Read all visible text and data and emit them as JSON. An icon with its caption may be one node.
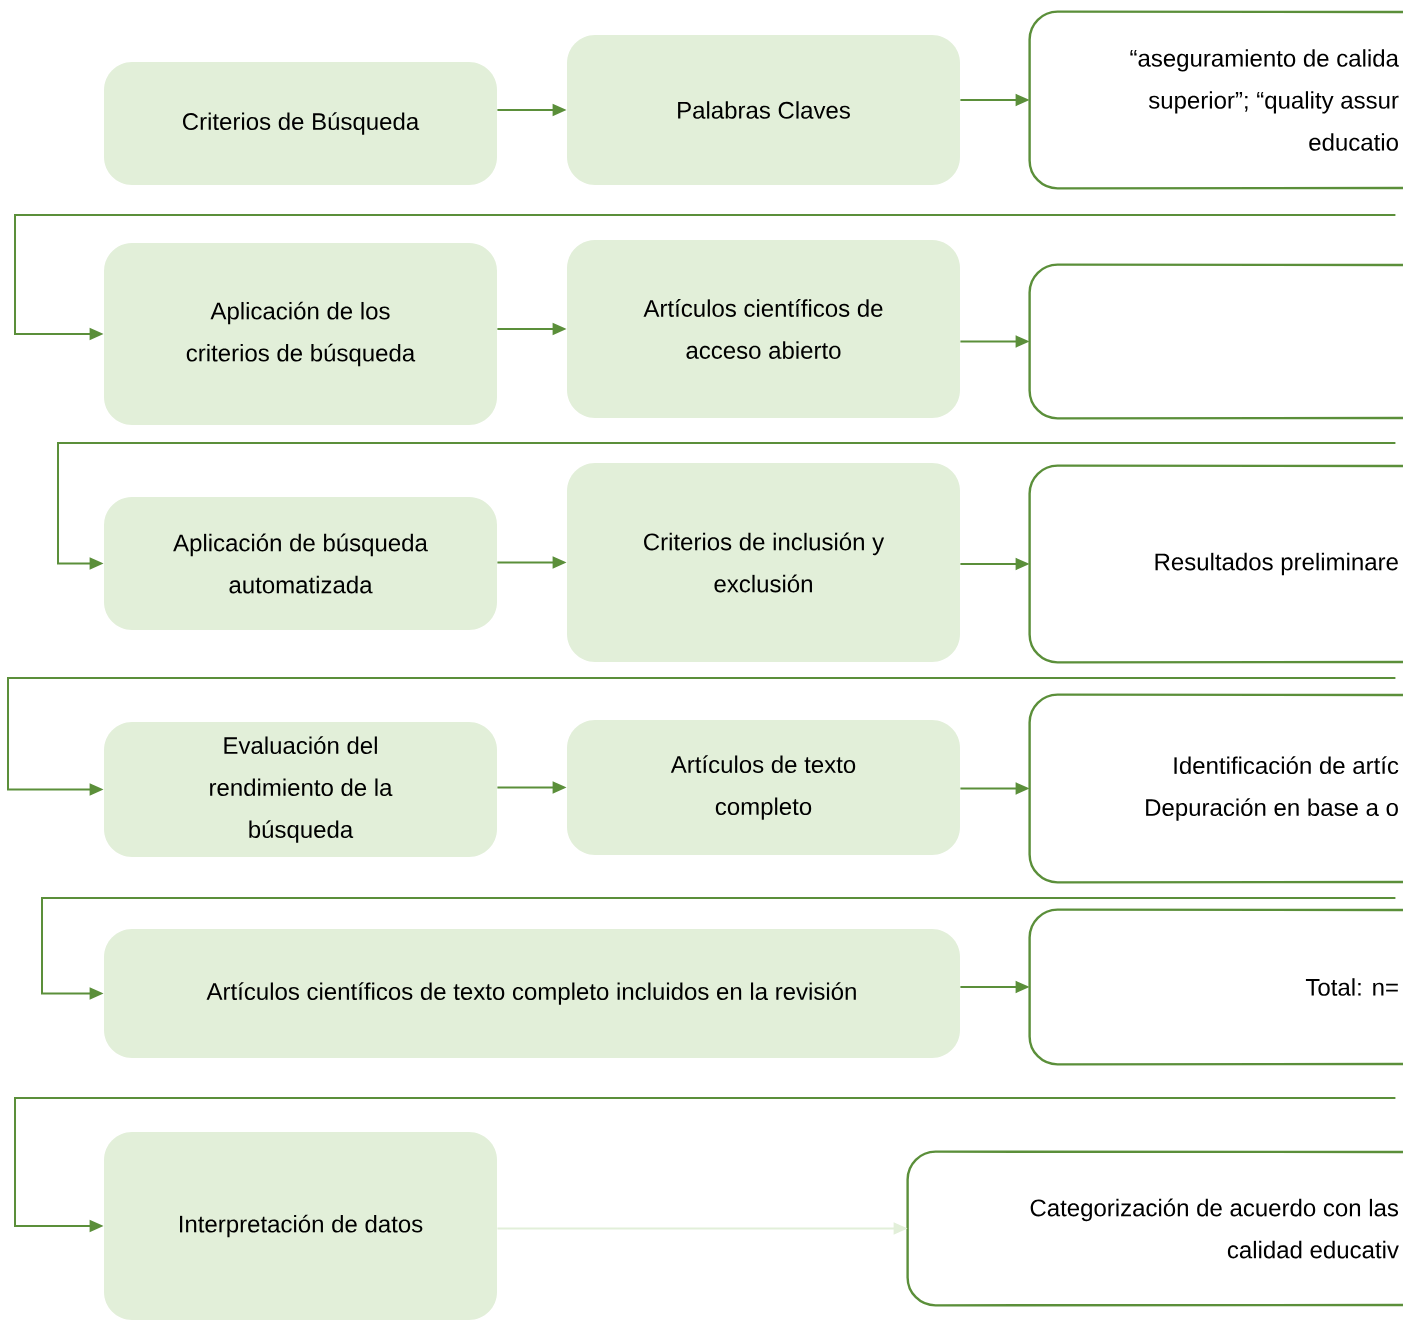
{
  "diagram": {
    "nodes": [
      {
        "text": [
          "Criterios de Búsqueda"
        ]
      },
      {
        "text": [
          "Palabras Claves"
        ]
      },
      {
        "text": [
          "“aseguramiento de calida superior”; “quality assur educatio"
        ]
      },
      {
        "text": [
          "Aplicación de los criterios de búsqueda"
        ]
      },
      {
        "text": [
          "Artículos científicos de acceso abierto"
        ]
      },
      {
        "text": [],
        "shape": "box"
      },
      {
        "text": [
          "Aplicación de búsqueda automatizada"
        ]
      },
      {
        "text": [
          "Criterios de inclusión y exclusión"
        ]
      },
      {
        "text": [
          "Resultados preliminare"
        ]
      },
      {
        "text": [
          "Evaluación del rendimiento de la búsqueda"
        ]
      },
      {
        "text": [
          "Artículos de texto completo"
        ]
      },
      {
        "text": [
          "Identificación de artíc Depuración en base a o"
        ]
      },
      {
        "text": [
          "Artículos científicos de texto completo incluidos en la revisión"
        ]
      },
      {
        "text": [
          "Total: n="
        ]
      },
      {
        "text": [
          "Interpretación de datos"
        ]
      },
      {
        "text": [
          "Categorización de acuerdo con las calidad educativ"
        ]
      }
    ],
    "edges": [
      {
        "from": 0,
        "to": 1,
        "arrow": "to"
      },
      {
        "from": 1,
        "to": 2,
        "arrow": "to"
      },
      {
        "from": 2,
        "to": 3,
        "arrow": "to"
      },
      {
        "from": 3,
        "to": 4,
        "arrow": "to"
      },
      {
        "from": 4,
        "to": 5,
        "arrow": "to"
      },
      {
        "from": 5,
        "to": 6,
        "arrow": "to"
      },
      {
        "from": 6,
        "to": 7,
        "arrow": "to"
      },
      {
        "from": 7,
        "to": 8,
        "arrow": "to"
      },
      {
        "from": 8,
        "to": 9,
        "arrow": "to"
      },
      {
        "from": 9,
        "to": 10,
        "arrow": "to"
      },
      {
        "from": 10,
        "to": 11,
        "arrow": "to"
      },
      {
        "from": 11,
        "to": 12,
        "arrow": "to"
      },
      {
        "from": 12,
        "to": 13,
        "arrow": "to"
      },
      {
        "from": 13,
        "to": 14,
        "arrow": "to"
      },
      {
        "from": 14,
        "to": 15,
        "arrow": "to",
        "color": "#e2efd9"
      }
    ]
  }
}
